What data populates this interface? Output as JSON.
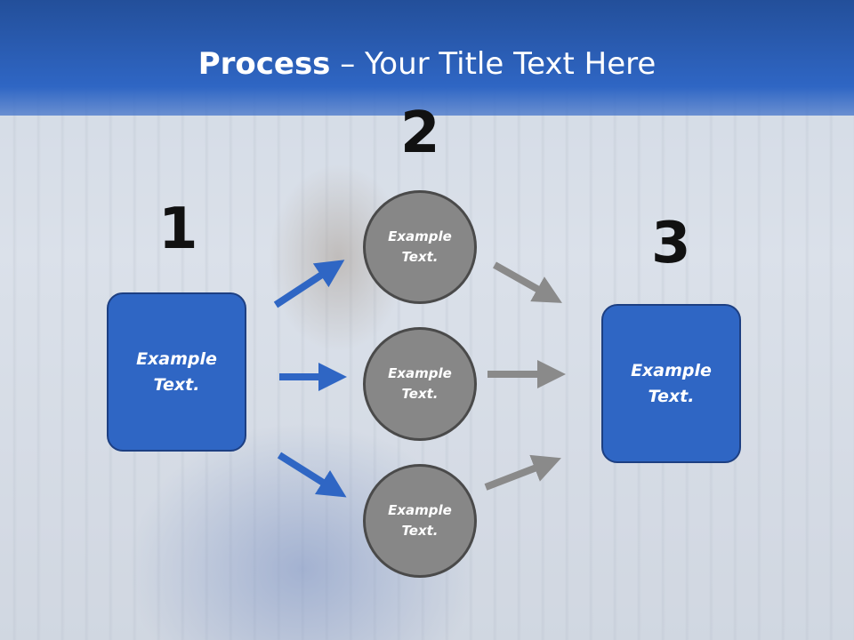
{
  "title": {
    "bold": "Process",
    "rest": " – Your Title Text Here"
  },
  "steps": {
    "one": {
      "number": "1",
      "box_line1": "Example",
      "box_line2": "Text."
    },
    "two": {
      "number": "2",
      "circles": [
        {
          "line1": "Example",
          "line2": "Text."
        },
        {
          "line1": "Example",
          "line2": "Text."
        },
        {
          "line1": "Example",
          "line2": "Text."
        }
      ]
    },
    "three": {
      "number": "3",
      "box_line1": "Example",
      "box_line2": "Text."
    }
  },
  "colors": {
    "blue": "#2f66c4",
    "gray": "#878787",
    "arrow_blue": "#2f66c4",
    "arrow_gray": "#8a8a8a"
  }
}
